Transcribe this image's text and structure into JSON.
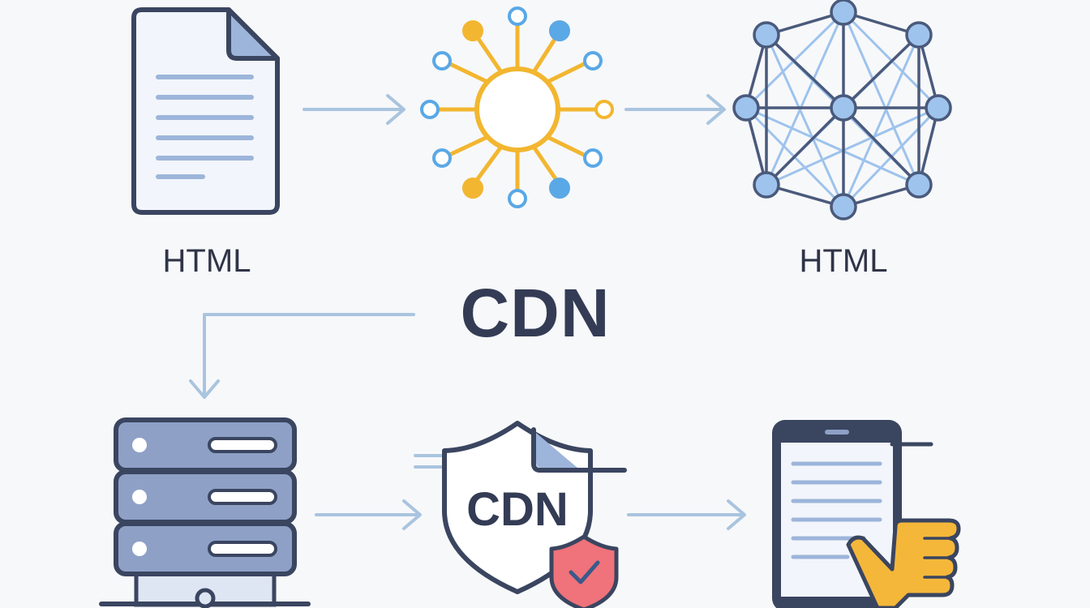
{
  "labels": {
    "html_left": "HTML",
    "html_right": "HTML",
    "cdn_center": "CDN",
    "shield_text": "CDN"
  },
  "colors": {
    "background": "#f7f8fa",
    "outline": "#3a4560",
    "arrow": "#a9c4df",
    "doc_fill": "#f2f5fb",
    "doc_lines": "#9db5da",
    "hub_ring": "#f2b630",
    "hub_node": "#5aa8e6",
    "mesh_node": "#9ec3ec",
    "mesh_line": "#4a5a7c",
    "server_fill": "#8ea0c6",
    "tablet_fill": "#f2f5fb",
    "hand_fill": "#f4b73a",
    "badge_fill": "#f0727a",
    "check_color": "#3a5a8a"
  },
  "icons": [
    "document-icon",
    "hub-icon",
    "network-mesh-icon",
    "server-stack-icon",
    "cdn-shield-icon",
    "security-badge-icon",
    "tablet-icon",
    "pointing-hand-icon"
  ]
}
